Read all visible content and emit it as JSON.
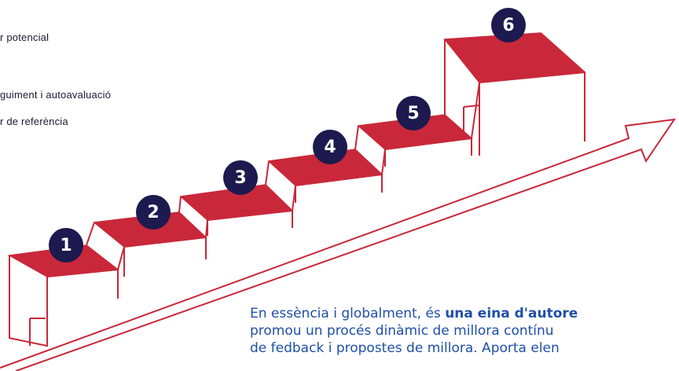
{
  "side_labels": {
    "line1": "r potencial",
    "line2": "guiment i autoavaluació",
    "line3": "r de referència"
  },
  "steps": [
    "1",
    "2",
    "3",
    "4",
    "5",
    "6"
  ],
  "colors": {
    "step_top": "#c8283a",
    "outline": "#c8283a",
    "badge": "#1c1a4e",
    "text_blue": "#1f4fa8"
  },
  "paragraph": {
    "line1_prefix": "En essència i globalment, és ",
    "line1_bold": "una eina d'autore",
    "line2": "promou un procés dinàmic de millora contínu",
    "line3": "de fedback i propostes de millora. Aporta elen"
  }
}
